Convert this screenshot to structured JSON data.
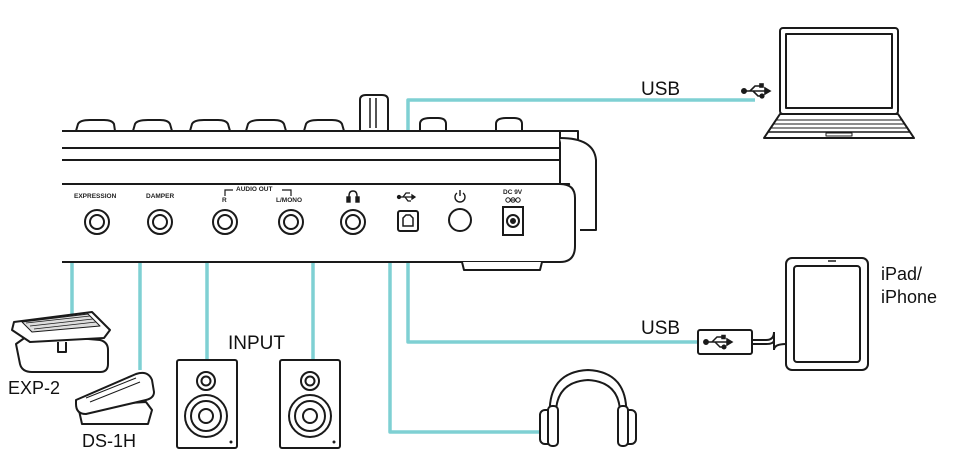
{
  "labels": {
    "usb_top": "USB",
    "usb_bottom": "USB",
    "ipad_line1": "iPad/",
    "ipad_line2": "iPhone",
    "input": "INPUT",
    "exp2": "EXP-2",
    "ds1h": "DS-1H"
  },
  "jacks": {
    "expression": "EXPRESSION",
    "damper": "DAMPER",
    "audio_out": "AUDIO OUT",
    "r": "R",
    "l_mono": "L/MONO",
    "dc_9v": "DC 9V"
  },
  "colors": {
    "cable": "#7fd0d3",
    "outline": "#1a1a1a"
  },
  "icons": [
    "usb-icon",
    "headphones-jack-icon",
    "power-icon",
    "dc-polarity-icon",
    "laptop-icon",
    "tablet-icon",
    "speaker-icon",
    "headphones-icon",
    "expression-pedal-icon",
    "damper-pedal-icon"
  ]
}
